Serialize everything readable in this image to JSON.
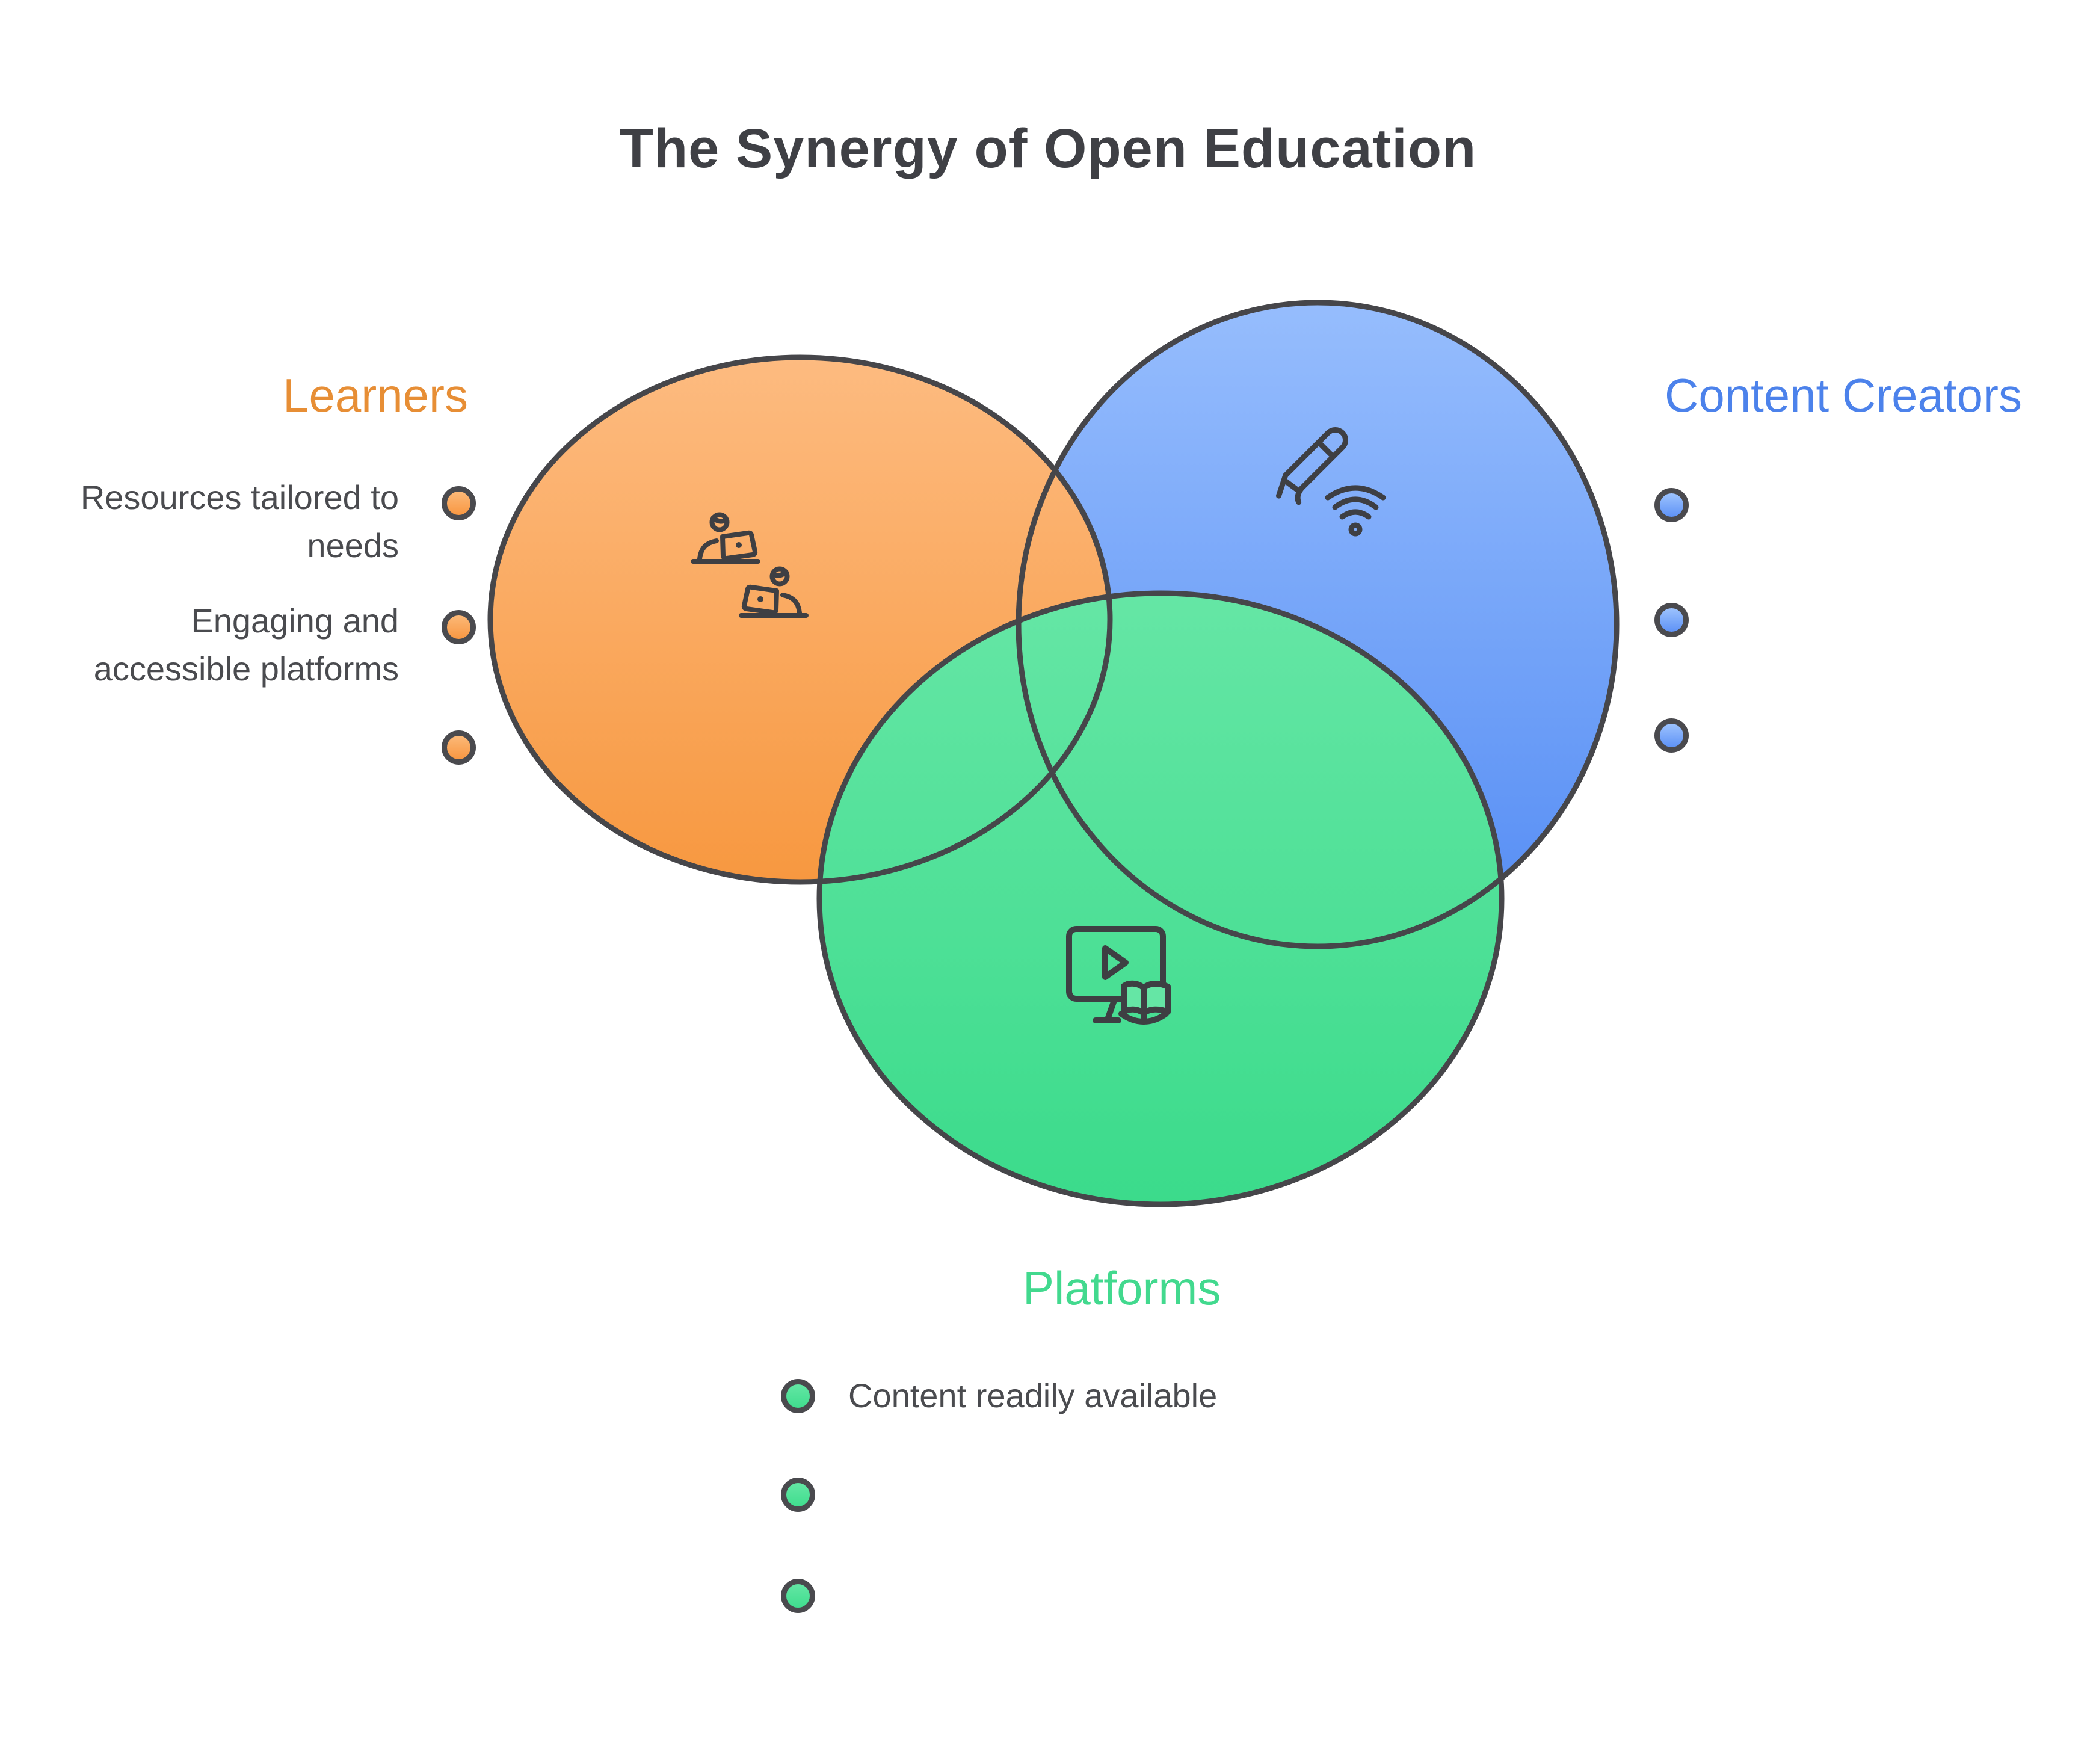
{
  "title": "The Synergy of Open Education",
  "title_color": "#3F4045",
  "outline_color": "#46464A",
  "item_text_color": "#4A4B4F",
  "venn": {
    "learners": {
      "label": "Learners",
      "accent": "#E78E35",
      "fill_top": "#FDBB80",
      "fill_bottom": "#F79840",
      "icon": "people-at-laptops-icon",
      "items": [
        {
          "text": "Resources tailored to needs"
        },
        {
          "text": "Engaging and accessible platforms"
        },
        {
          "text": ""
        }
      ]
    },
    "creators": {
      "label": "Content Creators",
      "accent": "#4C82EB",
      "fill_top": "#96BDFD",
      "fill_bottom": "#548CF4",
      "icon": "pencil-wifi-signal-icon",
      "items": [
        {
          "text": ""
        },
        {
          "text": ""
        },
        {
          "text": ""
        }
      ]
    },
    "platforms": {
      "label": "Platforms",
      "accent": "#42D98E",
      "fill_top": "#65E6A5",
      "fill_bottom": "#3BDB8B",
      "icon": "video-monitor-open-book-icon",
      "items": [
        {
          "text": "Content readily available"
        },
        {
          "text": ""
        },
        {
          "text": ""
        }
      ]
    }
  }
}
